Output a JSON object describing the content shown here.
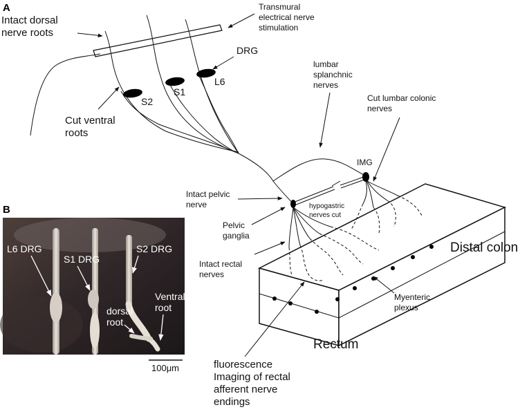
{
  "panels": {
    "a": "A",
    "b": "B"
  },
  "labels": {
    "intact_dorsal": [
      "Intact dorsal",
      "nerve roots"
    ],
    "transmural": [
      "Transmural",
      "electrical nerve",
      "stimulation"
    ],
    "drg": "DRG",
    "l6": "L6",
    "s1": "S1",
    "s2": "S2",
    "cut_ventral": [
      "Cut ventral",
      "roots"
    ],
    "lumbar_splanchnic": [
      "lumbar",
      "splanchnic",
      "nerves"
    ],
    "cut_lumbar_colonic": [
      "Cut lumbar colonic",
      "nerves"
    ],
    "img": "IMG",
    "intact_pelvic": [
      "Intact pelvic",
      "nerve"
    ],
    "hypogastric": [
      "hypogastric",
      "nerves cut"
    ],
    "pelvic_ganglia": [
      "Pelvic",
      "ganglia"
    ],
    "intact_rectal": [
      "Intact rectal",
      "nerves"
    ],
    "distal_colon": "Distal colon",
    "myenteric": [
      "Myenteric",
      "plexus"
    ],
    "rectum": "Rectum",
    "fluorescence": [
      "fluorescence",
      "Imaging of rectal",
      "afferent nerve",
      "endings"
    ]
  },
  "photo": {
    "l6_drg": "L6 DRG",
    "s1_drg": "S1 DRG",
    "s2_drg": "S2 DRG",
    "dorsal_root": [
      "dorsal",
      "root"
    ],
    "ventral_root": [
      "Ventral",
      "root"
    ],
    "scale": "100μm"
  }
}
